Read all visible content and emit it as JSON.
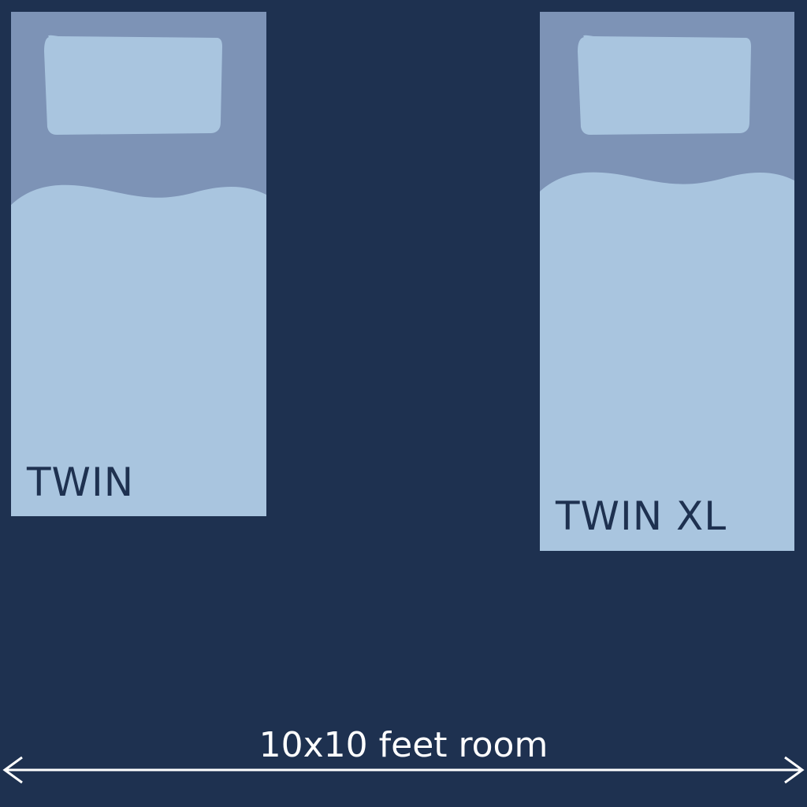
{
  "colors": {
    "background": "#1e3150",
    "frame": "#7d93b6",
    "blanket": "#a9c5df",
    "pillow": "#a9c5df",
    "label_text": "#1e3150",
    "room_text": "#ffffff",
    "arrow": "#ffffff"
  },
  "beds": [
    {
      "label": "TWIN"
    },
    {
      "label": "TWIN XL"
    }
  ],
  "room": {
    "label": "10x10 feet room",
    "arrow_icon": "double-headed-arrow-icon"
  }
}
